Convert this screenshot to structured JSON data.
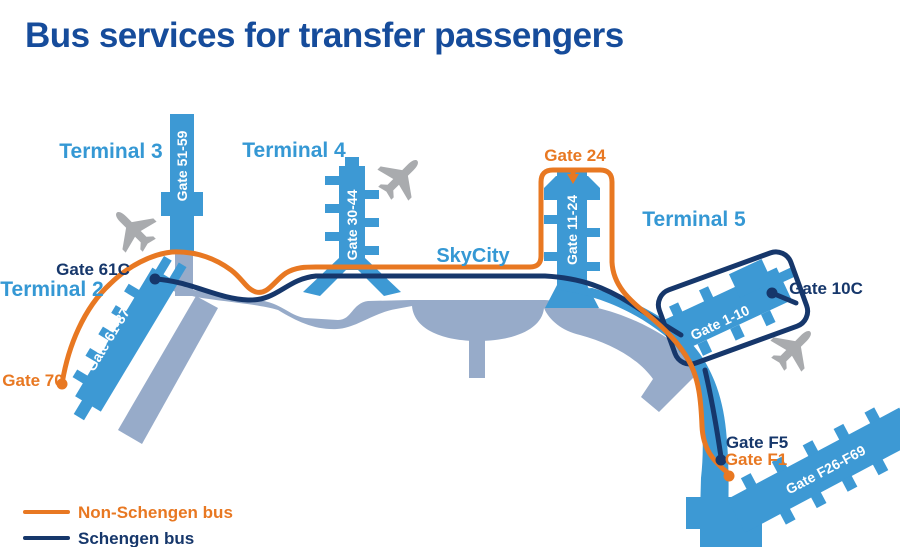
{
  "title": "Bus services for transfer passengers",
  "labels": {
    "terminal_2": "Terminal 2",
    "terminal_3": "Terminal 3",
    "terminal_4": "Terminal 4",
    "terminal_5": "Terminal 5",
    "skycity": "SkyCity"
  },
  "gates": {
    "pier_t3": "Gate 51-59",
    "pier_t4": "Gate 30-44",
    "pier_t5_north": "Gate 11-24",
    "pier_t2": "Gate 61-87",
    "pier_t5_east": "Gate 1-10",
    "pier_f": "Gate F26-F69",
    "gate_24": "Gate 24",
    "gate_61c": "Gate 61C",
    "gate_70": "Gate 70",
    "gate_10c": "Gate 10C",
    "gate_f5": "Gate F5",
    "gate_f1": "Gate F1"
  },
  "legend": {
    "non_schengen": {
      "label": "Non-Schengen bus",
      "color": "#e87822"
    },
    "schengen": {
      "label": "Schengen bus",
      "color": "#16376b"
    }
  },
  "colors": {
    "title_blue": "#164c9b",
    "terminal_building_blue": "#3d99d4",
    "airside_gray_blue": "#97abc9",
    "label_light_blue": "#3598d4",
    "plane_gray": "#a9abae",
    "route_non_schengen_orange": "#e87822",
    "route_schengen_navy": "#16376b",
    "pier_label_white": "#ffffff"
  },
  "icons": {
    "airplane": "airplane-icon"
  }
}
